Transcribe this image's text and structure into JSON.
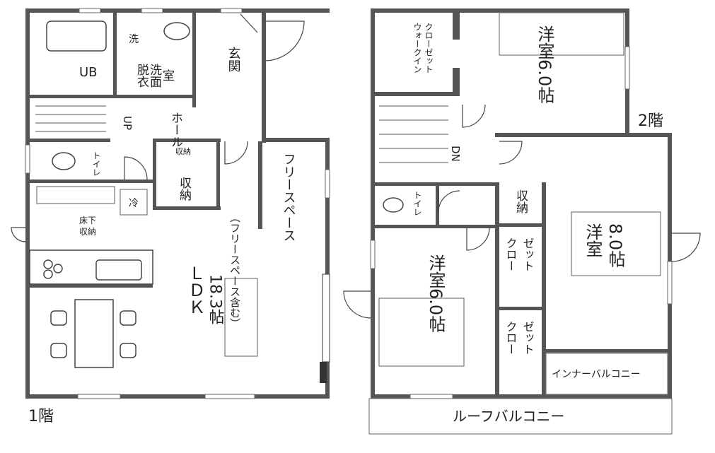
{
  "floor1": {
    "floor_label": "1階",
    "rooms": {
      "ub": "UB",
      "washroom_a": "脱衣",
      "washroom_b": "洗面",
      "washroom_c": "室",
      "wash_mark": "洗",
      "entrance": "玄関",
      "hall": "ホール",
      "toilet": "トイレ",
      "shoe": "収納",
      "storage": "収納",
      "up": "UP",
      "free_space": "フリースペース",
      "fridge": "冷",
      "floor_storage_a": "床下",
      "floor_storage_b": "収納",
      "ldk_name": "ＬＤＫ",
      "ldk_size": "18.3帖",
      "ldk_note": "（フリースペース含む）"
    }
  },
  "floor2": {
    "floor_label": "2階",
    "rooms": {
      "walkin_a": "ウォークイン",
      "walkin_b": "クローゼット",
      "room1": "洋室6.0帖",
      "dn": "DN",
      "toilet": "トイレ",
      "storage": "収納",
      "room2": "洋室6.0帖",
      "closet1_a": "クロー",
      "closet1_b": "ゼット",
      "closet2_a": "クロー",
      "closet2_b": "ゼット",
      "room3_a": "洋室",
      "room3_b": "8.0帖",
      "inner_balcony": "インナーバルコニー",
      "roof_balcony": "ルーフバルコニー"
    }
  }
}
